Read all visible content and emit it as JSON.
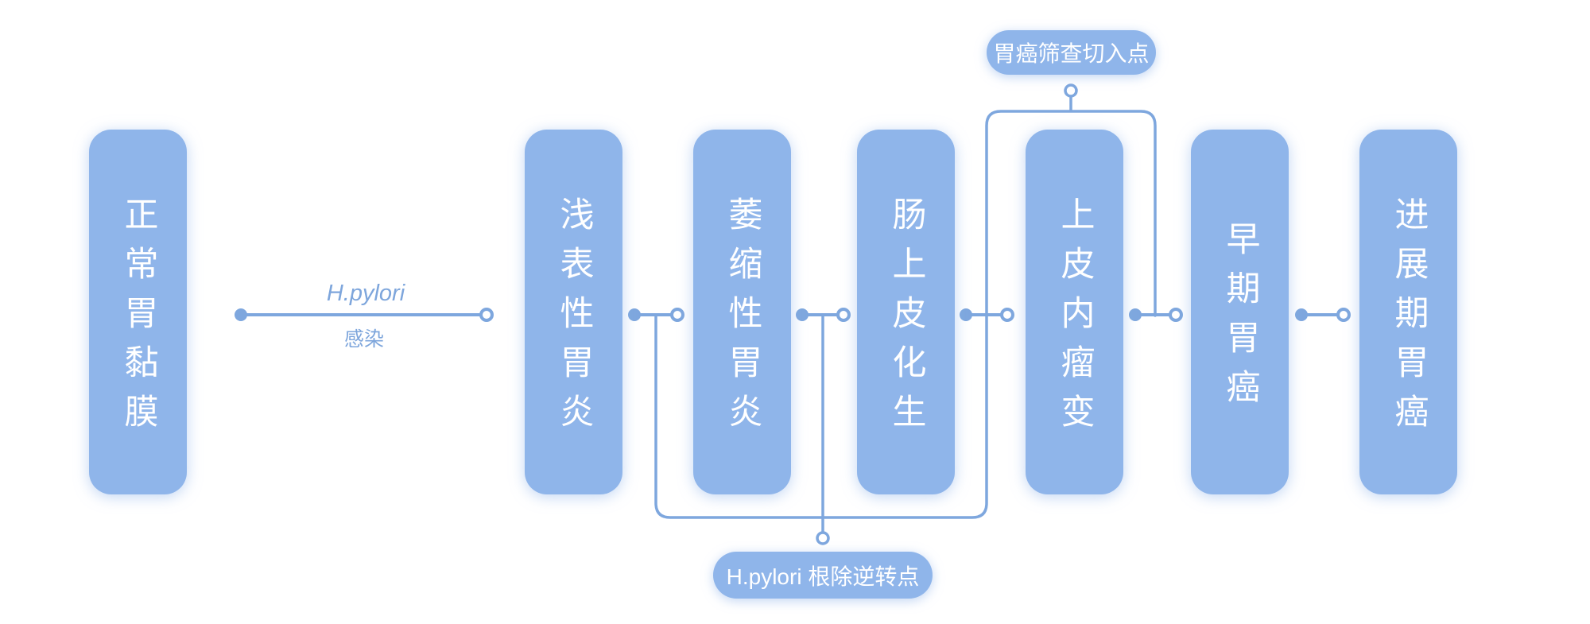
{
  "colors": {
    "box_fill": "#8FB5EA",
    "line": "#7EA7DE",
    "text_on_blue": "#FFFFFF",
    "edge_label": "#7EA6DC",
    "background": "#FFFFFF"
  },
  "diagram": {
    "stages": [
      {
        "label": "正常胃黏膜"
      },
      {
        "label": "浅表性胃炎"
      },
      {
        "label": "萎缩性胃炎"
      },
      {
        "label": "肠上皮化生"
      },
      {
        "label": "上皮内瘤变"
      },
      {
        "label": "早期胃癌"
      },
      {
        "label": "进展期胃癌"
      }
    ],
    "hp_edge": {
      "title": "H.pylori",
      "subtitle": "感染"
    },
    "annotations": {
      "screening_entry": "胃癌筛查切入点",
      "eradication_reversal": "H.pylori 根除逆转点"
    }
  }
}
